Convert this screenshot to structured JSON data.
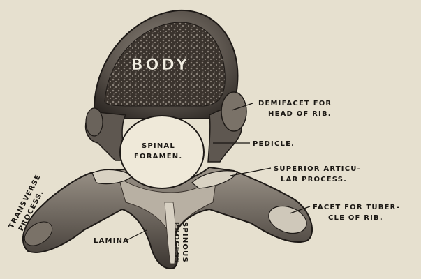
{
  "labels": {
    "body": "BODY",
    "demifacet_line1": "DEMIFACET FOR",
    "demifacet_line2": "HEAD OF RIB.",
    "spinal_line1": "SPINAL",
    "spinal_line2": "FORAMEN.",
    "pedicle": "PEDICLE.",
    "superior_line1": "SUPERIOR ARTICU-",
    "superior_line2": "LAR PROCESS.",
    "transverse_line1": "TRANSVERSE",
    "transverse_line2": "PROCESS.",
    "facet_line1": "FACET FOR TUBER-",
    "facet_line2": "CLE OF RIB.",
    "lamina": "LAMINA",
    "spinous_line1": "SPINOUS",
    "spinous_line2": "PROCESS"
  },
  "colors": {
    "background": "#e6e0cf",
    "bone_dark": "#2b2622",
    "bone_mid": "#6e6660",
    "bone_light": "#cfc8ba",
    "ink": "#1a1713"
  }
}
